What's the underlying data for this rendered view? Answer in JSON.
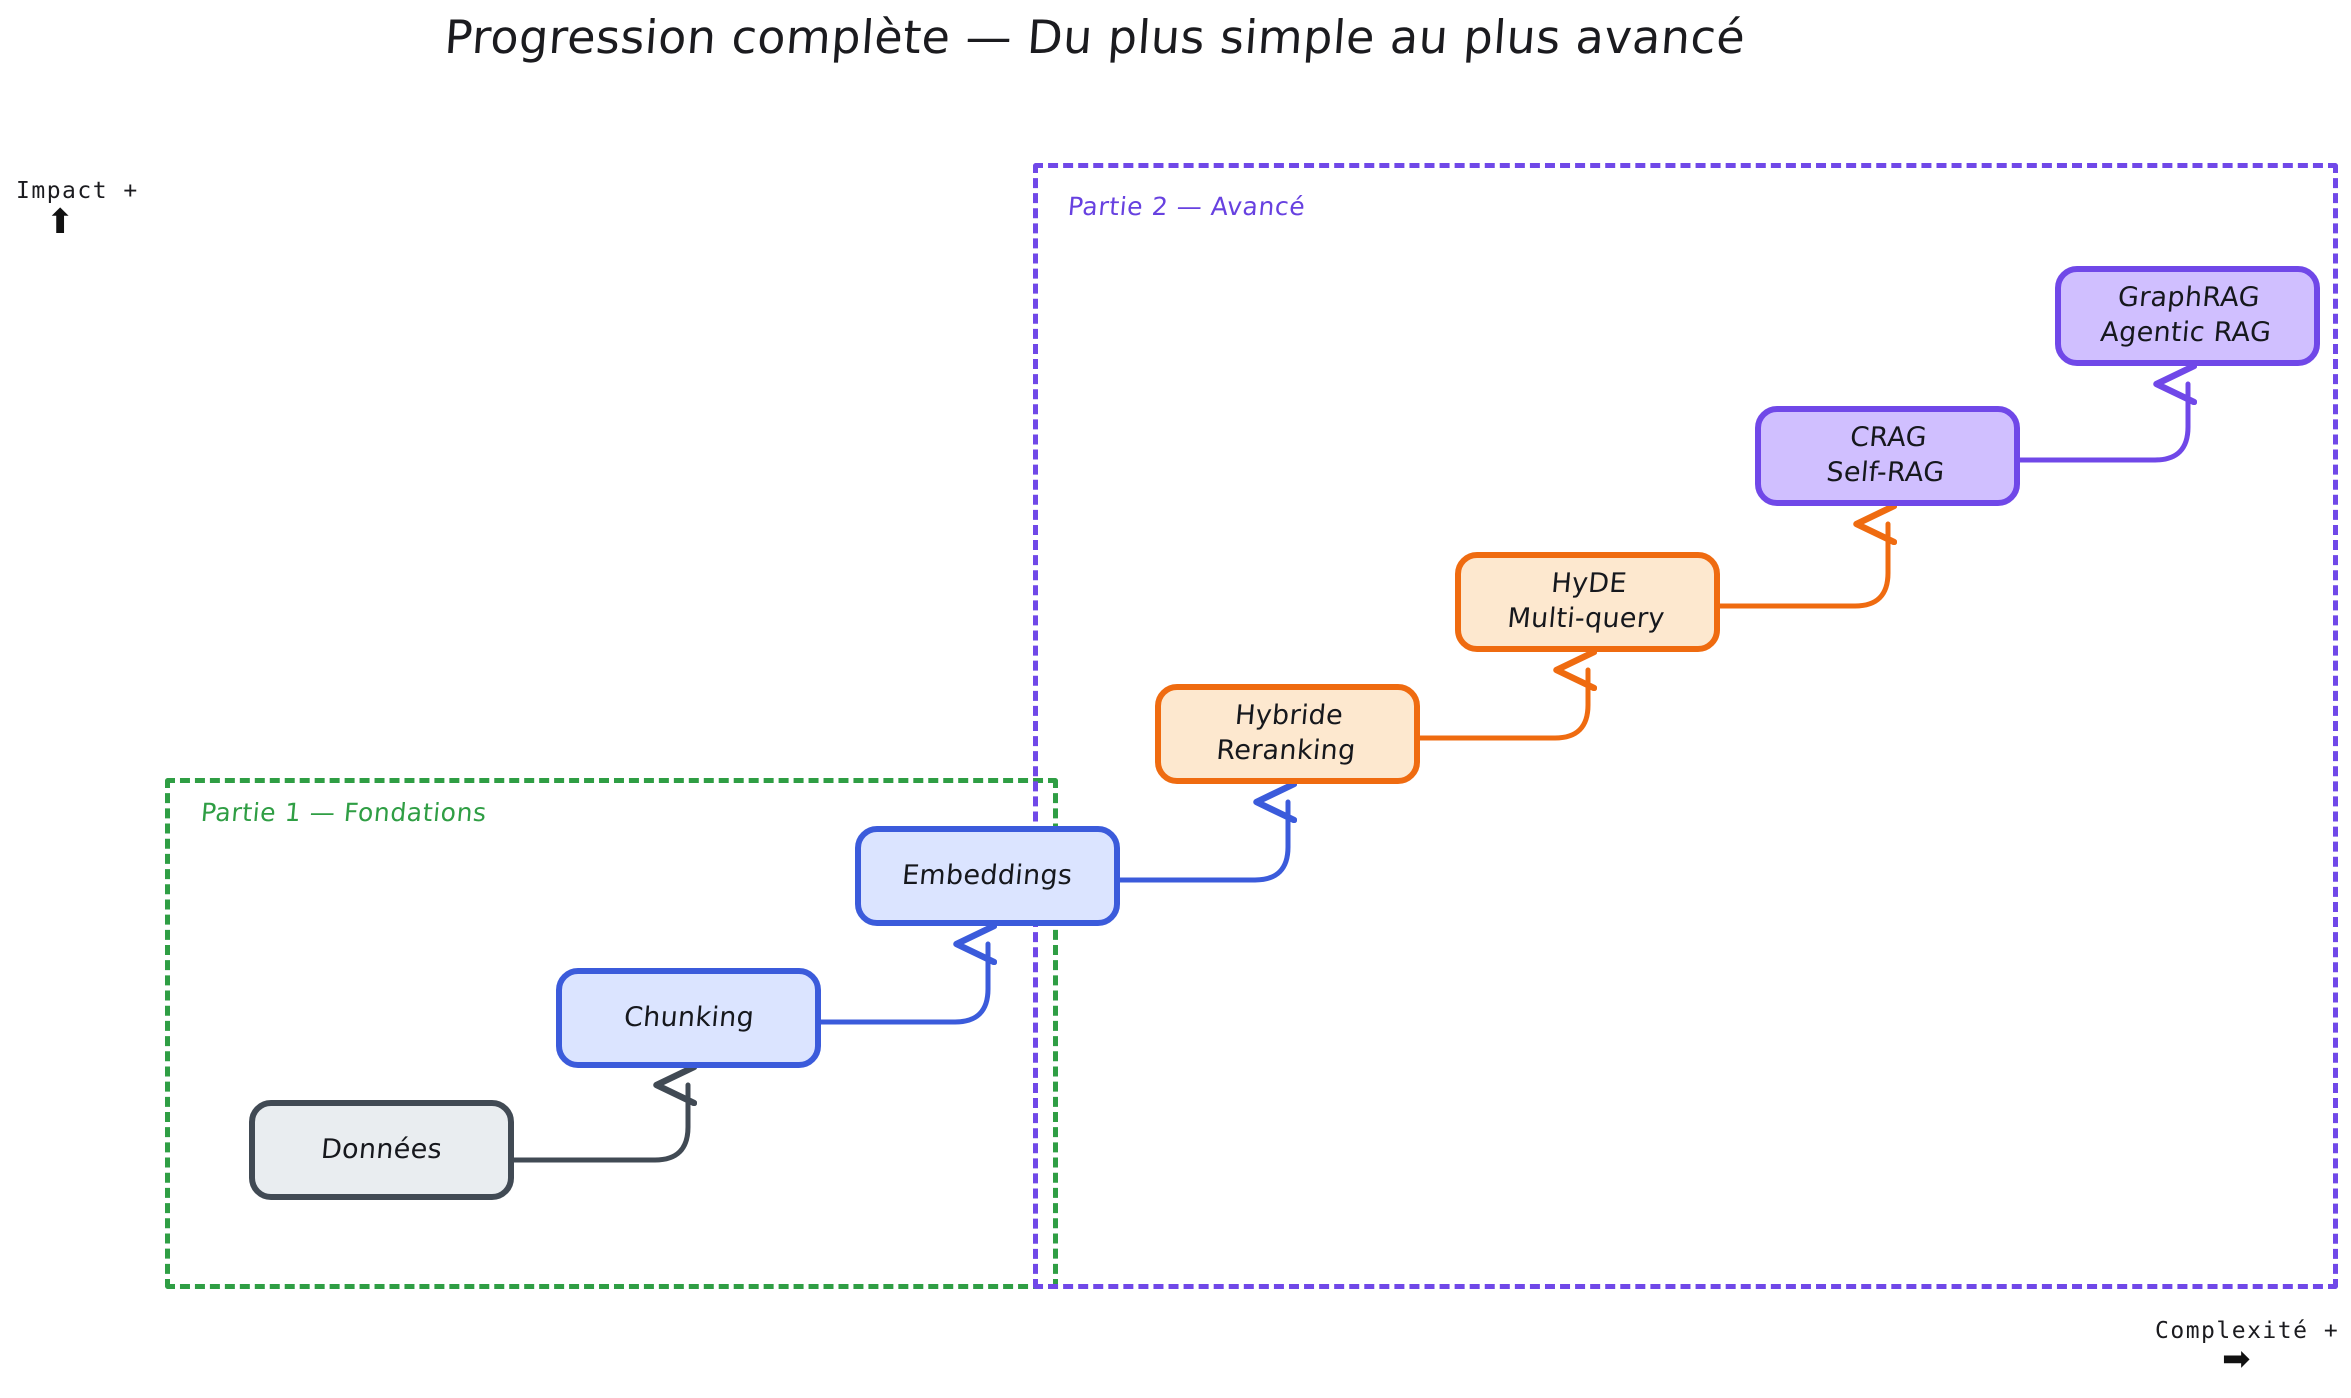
{
  "title": "Progression complète — Du plus simple au plus avancé",
  "axes": {
    "y_label": "Impact +",
    "y_arrow": "⬆",
    "x_label": "Complexité +",
    "x_arrow": "➡"
  },
  "groups": [
    {
      "id": "part1",
      "label": "Partie 1 — Fondations",
      "color": "#2f9e44"
    },
    {
      "id": "part2",
      "label": "Partie 2 — Avancé",
      "color": "#6741e0"
    }
  ],
  "nodes": [
    {
      "id": "donnees",
      "line1": "Données",
      "line2": "",
      "style": "grey",
      "border": "#414a54",
      "fill": "#e9edf0"
    },
    {
      "id": "chunking",
      "line1": "Chunking",
      "line2": "",
      "style": "blue",
      "border": "#3b5bdb",
      "fill": "#dbe4ff"
    },
    {
      "id": "embeddings",
      "line1": "Embeddings",
      "line2": "",
      "style": "blue",
      "border": "#3b5bdb",
      "fill": "#dbe4ff"
    },
    {
      "id": "hybride",
      "line1": "Hybride",
      "line2": "Reranking",
      "style": "orange",
      "border": "#ef6b10",
      "fill": "#fde8cf"
    },
    {
      "id": "hyde",
      "line1": "HyDE",
      "line2": "Multi-query",
      "style": "orange",
      "border": "#ef6b10",
      "fill": "#fde8cf"
    },
    {
      "id": "crag",
      "line1": "CRAG",
      "line2": "Self-RAG",
      "style": "purple",
      "border": "#7048e8",
      "fill": "#d0bfff"
    },
    {
      "id": "graphrag",
      "line1": "GraphRAG",
      "line2": "Agentic RAG",
      "style": "purple",
      "border": "#7048e8",
      "fill": "#d0bfff"
    }
  ],
  "edges": [
    {
      "from": "donnees",
      "to": "chunking",
      "color": "#414a54"
    },
    {
      "from": "chunking",
      "to": "embeddings",
      "color": "#3b5bdb"
    },
    {
      "from": "embeddings",
      "to": "hybride",
      "color": "#3b5bdb"
    },
    {
      "from": "hybride",
      "to": "hyde",
      "color": "#ef6b10"
    },
    {
      "from": "hyde",
      "to": "crag",
      "color": "#ef6b10"
    },
    {
      "from": "crag",
      "to": "graphrag",
      "color": "#7048e8"
    }
  ]
}
